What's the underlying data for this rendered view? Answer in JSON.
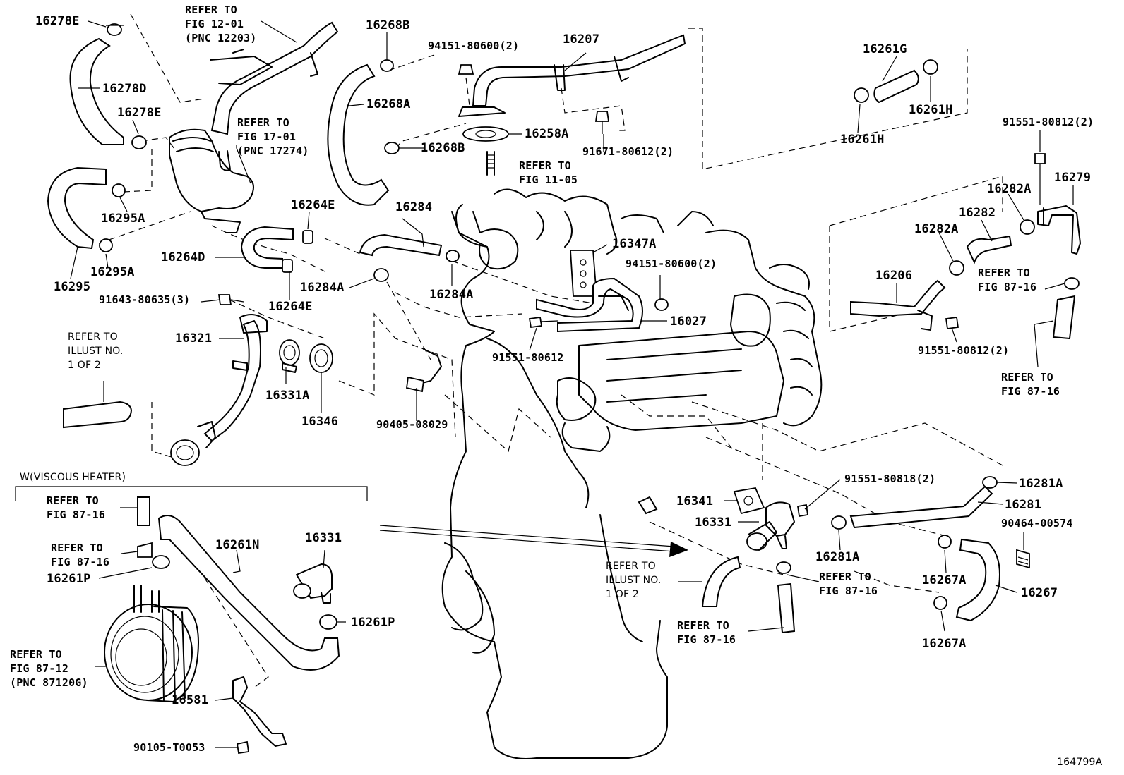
{
  "diagram_id": "164799A",
  "callouts": {
    "c16278E_top": "16278E",
    "c16278D": "16278D",
    "c16278E_mid": "16278E",
    "c16295A_1": "16295A",
    "c16295A_2": "16295A",
    "c16295": "16295",
    "c16264E_top": "16264E",
    "c16264D": "16264D",
    "c16264E_bot": "16264E",
    "c16268B_top": "16268B",
    "c16268A": "16268A",
    "c16268B_bot": "16268B",
    "c94151_top": "94151-80600(2)",
    "c16207": "16207",
    "c16258A": "16258A",
    "c91671": "91671-80612(2)",
    "c16284": "16284",
    "c16284A_1": "16284A",
    "c16284A_2": "16284A",
    "c16347A": "16347A",
    "c94151_mid": "94151-80600(2)",
    "c16027": "16027",
    "c91551_80612": "91551-80612",
    "c91643": "91643-80635(3)",
    "c16321": "16321",
    "c16331A": "16331A",
    "c16346": "16346",
    "c90405": "90405-08029",
    "c16261G": "16261G",
    "c16261H_r": "16261H",
    "c16261H_l": "16261H",
    "c91551_80812_top": "91551-80812(2)",
    "c16279": "16279",
    "c16282A_top": "16282A",
    "c16282": "16282",
    "c16282A_mid": "16282A",
    "c16206": "16206",
    "c91551_80812_bot": "91551-80812(2)",
    "c16341": "16341",
    "c16331_main": "16331",
    "c91551_80818": "91551-80818(2)",
    "c16281A_r": "16281A",
    "c16281": "16281",
    "c16281A_b": "16281A",
    "c90464": "90464-00574",
    "c16267A_1": "16267A",
    "c16267": "16267",
    "c16267A_2": "16267A",
    "c16261N": "16261N",
    "c16331_sub": "16331",
    "c16261P_l": "16261P",
    "c16261P_r": "16261P",
    "c16581": "16581",
    "c90105": "90105-T0053"
  },
  "references": {
    "r_fig1201": [
      "REFER TO",
      "FIG 12-01",
      "(PNC 12203)"
    ],
    "r_fig1701": [
      "REFER TO",
      "FIG 17-01",
      "(PNC 17274)"
    ],
    "r_fig1105": [
      "REFER TO",
      "FIG 11-05"
    ],
    "r_illust_left": [
      "REFER TO",
      "ILLUST NO.",
      "1 OF 2"
    ],
    "r_fig8716_a": [
      "REFER TO",
      "FIG 87-16"
    ],
    "r_fig8716_b": [
      "REFER TO",
      "FIG 87-16"
    ],
    "r_illust_right": [
      "REFER TO",
      "ILLUST NO.",
      "1 OF 2"
    ],
    "r_fig8716_c": [
      "REFER TO",
      "FIG 87-16"
    ],
    "r_fig8716_d": [
      "REFER TO",
      "FIG 87-16"
    ],
    "r_fig8716_e": [
      "REFER TO",
      "FIG 87-16"
    ],
    "r_fig8716_f": [
      "REFER TO",
      "FIG 87-16"
    ],
    "r_fig8712": [
      "REFER TO",
      "FIG 87-12",
      "(PNC 87120G)"
    ]
  },
  "inset": {
    "title": "W(VISCOUS HEATER)"
  }
}
